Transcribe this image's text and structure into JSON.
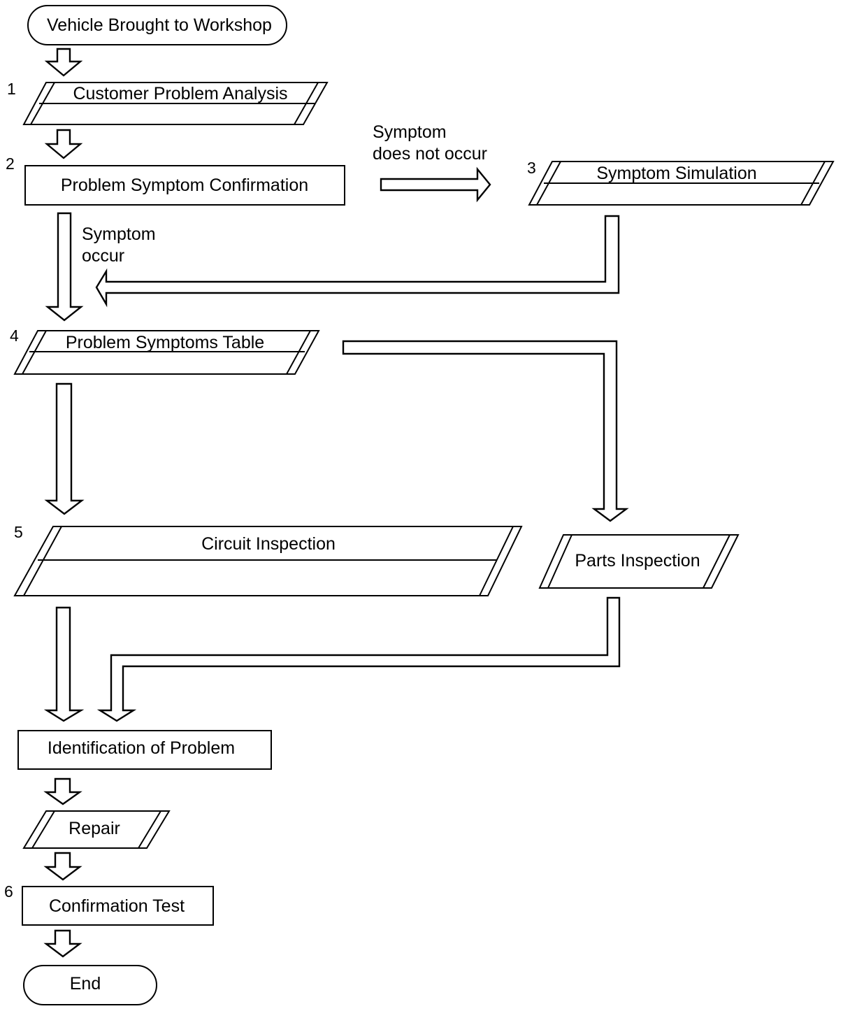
{
  "steps": {
    "start": "Vehicle Brought to Workshop",
    "s1": {
      "num": "1",
      "label": "Customer Problem Analysis"
    },
    "s2": {
      "num": "2",
      "label": "Problem Symptom Confirmation"
    },
    "s3": {
      "num": "3",
      "label": "Symptom Simulation"
    },
    "s4": {
      "num": "4",
      "label": "Problem Symptoms Table"
    },
    "s5": {
      "num": "5",
      "label": "Circuit Inspection"
    },
    "parts": "Parts Inspection",
    "identify": "Identification of Problem",
    "repair": "Repair",
    "s6": {
      "num": "6",
      "label": "Confirmation Test"
    },
    "end": "End"
  },
  "branches": {
    "not_occur_1": "Symptom",
    "not_occur_2": "does not occur",
    "occur_1": "Symptom",
    "occur_2": "occur"
  }
}
